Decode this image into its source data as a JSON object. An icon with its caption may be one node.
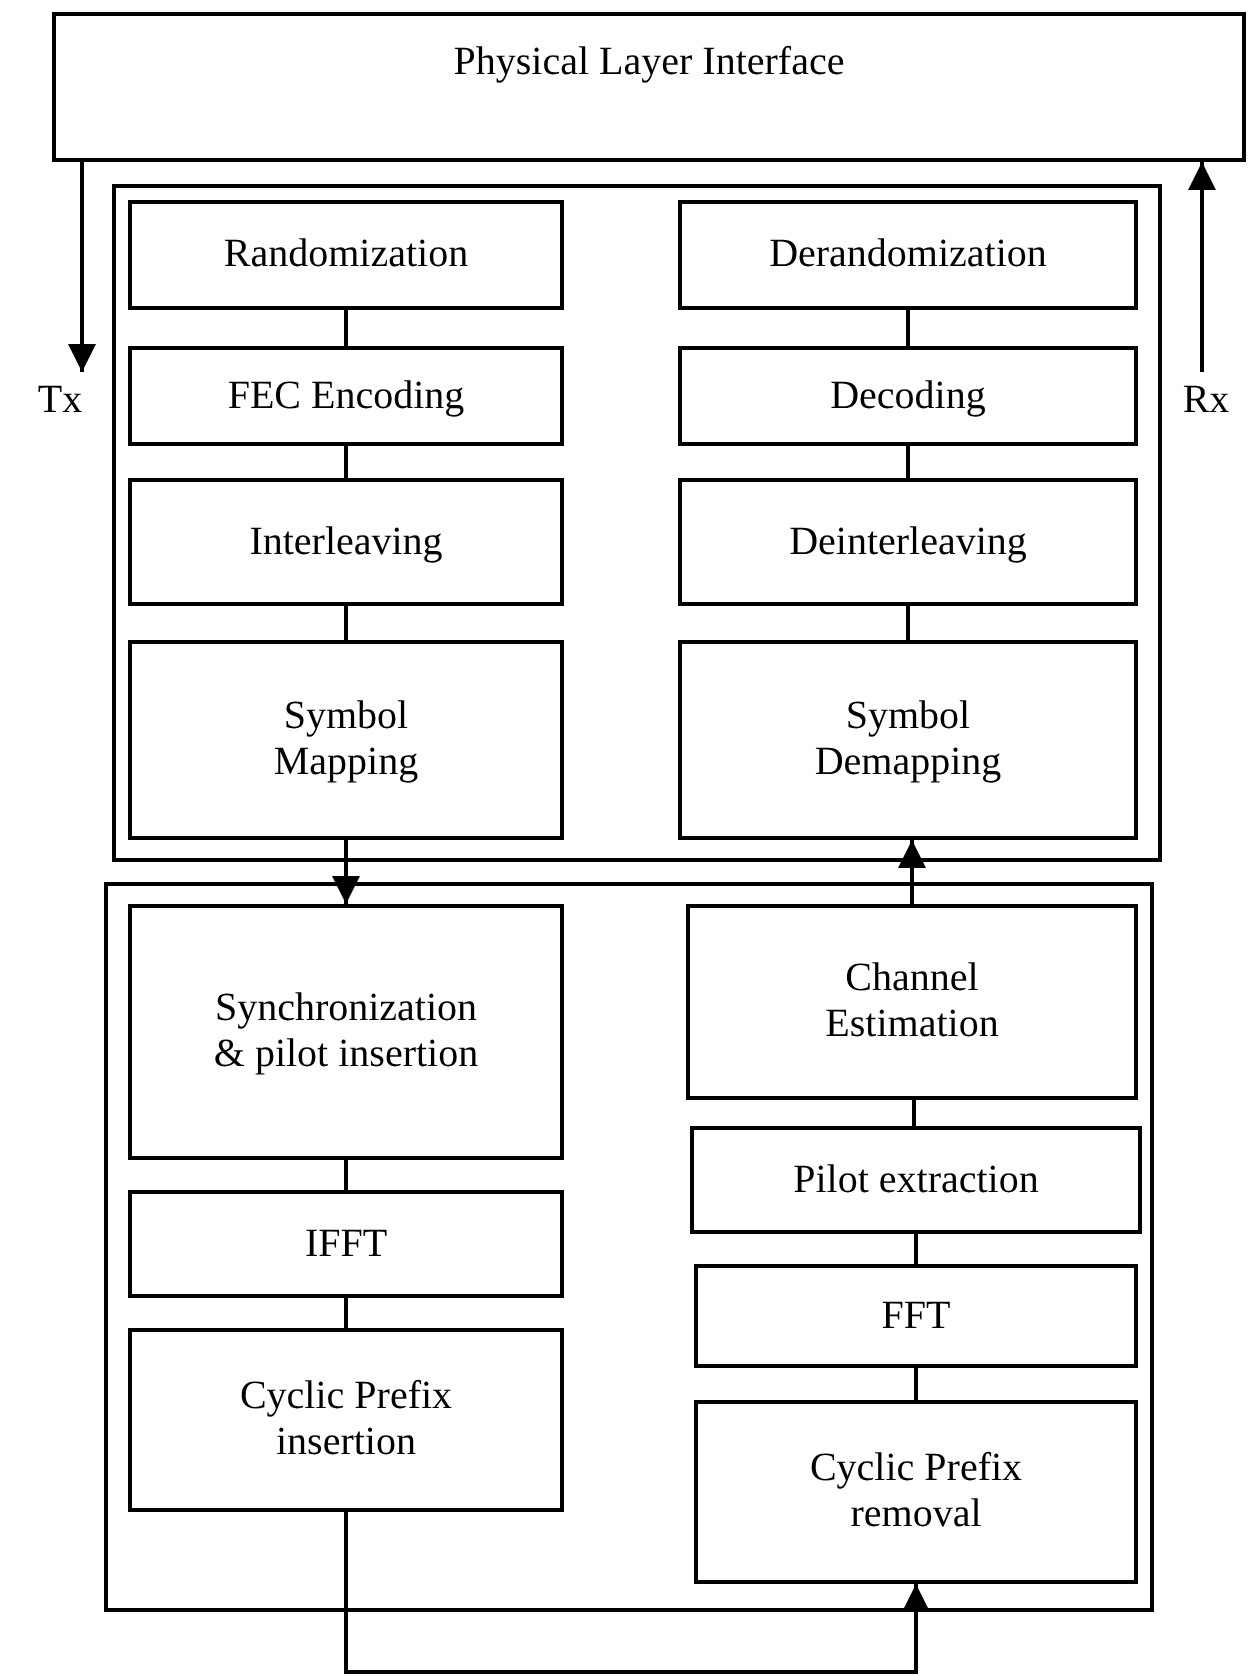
{
  "diagram": {
    "nodes": [
      {
        "text": [
          "Physical Layer Interface"
        ]
      },
      {
        "text": [
          "Tx"
        ]
      },
      {
        "text": [
          "Rx"
        ]
      },
      {
        "text": [],
        "shape": "box"
      },
      {
        "text": [
          "Randomization"
        ],
        "in": 3
      },
      {
        "text": [
          "Derandomization"
        ],
        "in": 3
      },
      {
        "text": [
          "FEC Encoding"
        ],
        "in": 3
      },
      {
        "text": [
          "Decoding"
        ],
        "in": 3
      },
      {
        "text": [
          "Interleaving"
        ],
        "in": 3
      },
      {
        "text": [
          "Deinterleaving"
        ],
        "in": 3
      },
      {
        "text": [
          "Symbol Mapping"
        ],
        "in": 3
      },
      {
        "text": [
          "Symbol Demapping"
        ],
        "in": 3
      },
      {
        "text": [],
        "shape": "box"
      },
      {
        "text": [
          "Synchronization & pilot insertion"
        ],
        "in": 12
      },
      {
        "text": [
          "Channel Estimation"
        ],
        "in": 12
      },
      {
        "text": [
          "IFFT"
        ],
        "in": 12
      },
      {
        "text": [
          "Pilot extraction"
        ],
        "in": 12
      },
      {
        "text": [
          "Cyclic Prefix insertion"
        ],
        "in": 12
      },
      {
        "text": [
          "FFT"
        ],
        "in": 12
      },
      {
        "text": [
          "Cyclic Prefix removal"
        ],
        "in": 12
      }
    ],
    "edges": [
      {
        "from": 0,
        "to": 1,
        "arrow": "to"
      },
      {
        "from": 2,
        "to": 0,
        "arrow": "to"
      },
      {
        "from": 4,
        "to": 6,
        "arrow": "none"
      },
      {
        "from": 6,
        "to": 8,
        "arrow": "none"
      },
      {
        "from": 8,
        "to": 10,
        "arrow": "none"
      },
      {
        "from": 5,
        "to": 7,
        "arrow": "none"
      },
      {
        "from": 7,
        "to": 9,
        "arrow": "none"
      },
      {
        "from": 9,
        "to": 11,
        "arrow": "none"
      },
      {
        "from": 10,
        "to": 13,
        "arrow": "to"
      },
      {
        "from": 14,
        "to": 11,
        "arrow": "to"
      },
      {
        "from": 13,
        "to": 15,
        "arrow": "none"
      },
      {
        "from": 15,
        "to": 17,
        "arrow": "none"
      },
      {
        "from": 14,
        "to": 16,
        "arrow": "none"
      },
      {
        "from": 16,
        "to": 18,
        "arrow": "none"
      },
      {
        "from": 18,
        "to": 19,
        "arrow": "none"
      },
      {
        "from": 17,
        "to": 19,
        "arrow": "to"
      }
    ]
  }
}
